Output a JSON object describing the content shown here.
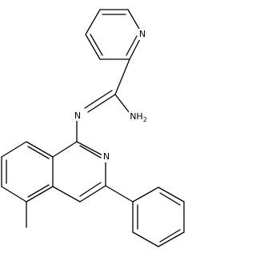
{
  "molecule": {
    "atom_labels": {
      "pyridine_n": "N",
      "imine_n": "N",
      "amine": "NH",
      "amine_subscript": "2",
      "isoquinoline_n": "N"
    }
  }
}
